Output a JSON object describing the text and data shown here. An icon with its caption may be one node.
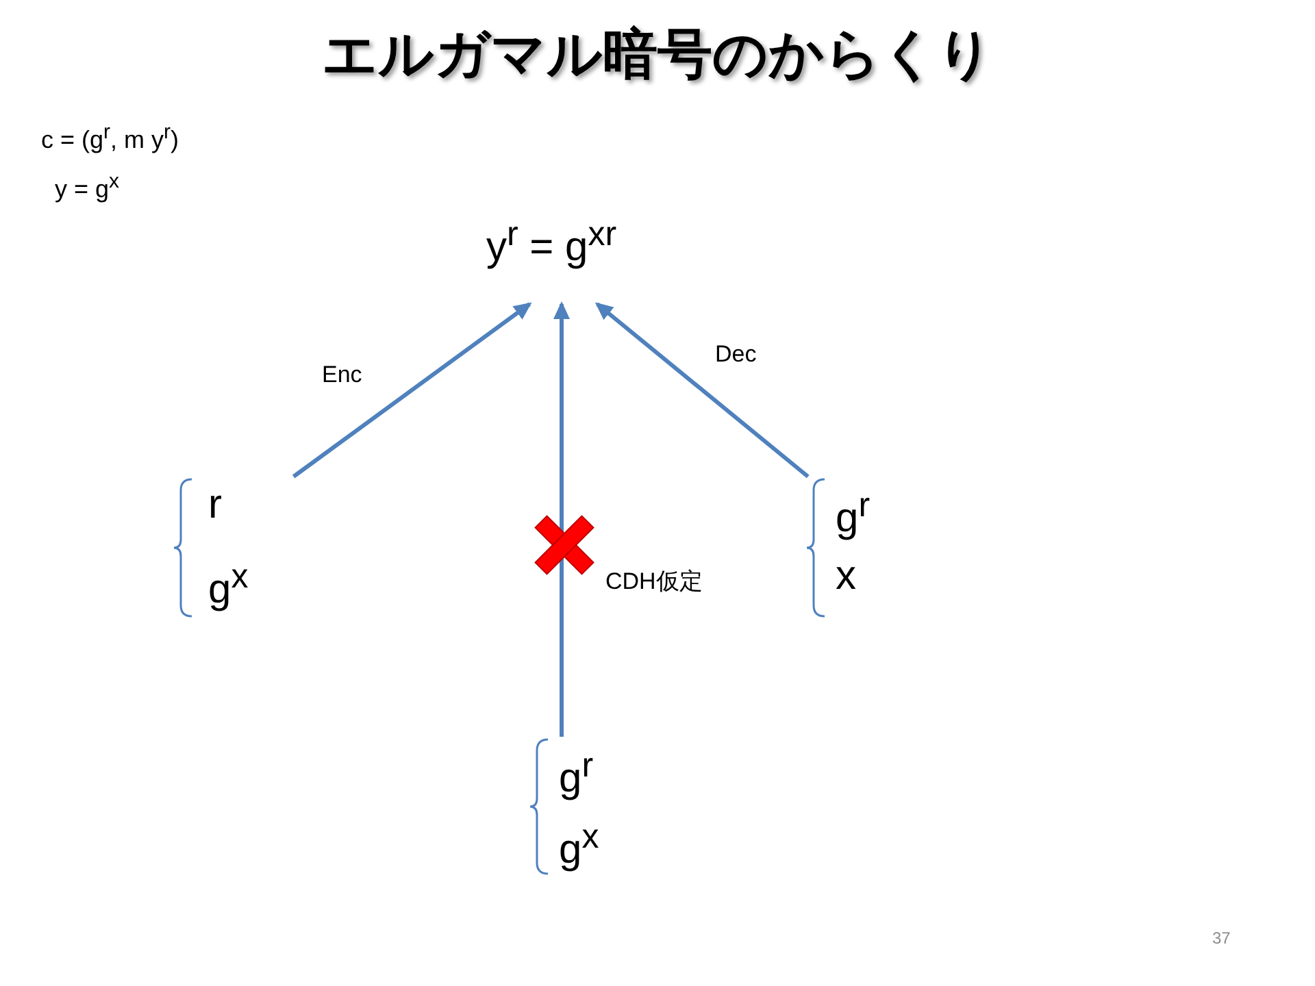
{
  "diagram": {
    "title": "エルガマル暗号のからくり",
    "nodes": [
      {
        "text": [
          "y$^{r}$ = g$^{xr}$"
        ]
      },
      {
        "text": [
          "r",
          "g$^{x}$"
        ]
      },
      {
        "text": [
          "g$^{r}$",
          "x"
        ]
      },
      {
        "text": [
          "g$^{r}$",
          "g$^{x}$"
        ]
      }
    ],
    "edges": [
      {
        "from": 1,
        "to": 0,
        "arrow": "to",
        "label": "Enc"
      },
      {
        "from": 3,
        "to": 0,
        "arrow": "to",
        "label": "CDH仮定"
      },
      {
        "from": 2,
        "to": 0,
        "arrow": "to",
        "label": "Dec"
      }
    ],
    "labels": [
      "c = (g$^{r}$, m y$^{r}$)",
      "y = g$^{x}$",
      "37"
    ]
  }
}
